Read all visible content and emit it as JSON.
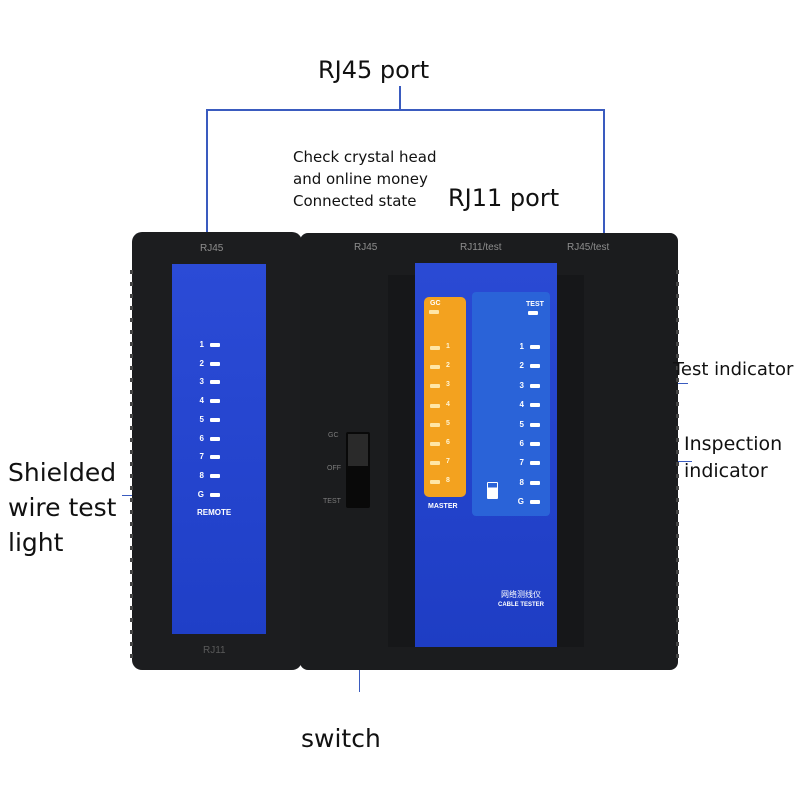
{
  "callouts": {
    "rj45_port": "RJ45 port",
    "check_line1": "Check crystal head",
    "check_line2": "and online money",
    "check_line3": "Connected state",
    "rj11_port": "RJ11 port",
    "test_indicator": "Test indicator",
    "inspection_line1": "Inspection",
    "inspection_line2": "indicator",
    "shielded_line1": "Shielded",
    "shielded_line2": "wire test",
    "shielded_line3": "light",
    "switch": "switch"
  },
  "remote": {
    "top_port": "RJ45",
    "bottom_port": "RJ11",
    "leds": [
      "1",
      "2",
      "3",
      "4",
      "5",
      "6",
      "7",
      "8",
      "G"
    ],
    "label": "REMOTE"
  },
  "master": {
    "ports": [
      "RJ45",
      "RJ11/test",
      "RJ45/test"
    ],
    "gc_label": "GC",
    "orange_leds": [
      "1",
      "2",
      "3",
      "4",
      "5",
      "6",
      "7",
      "8"
    ],
    "test_label": "TEST",
    "blue_leds": [
      "1",
      "2",
      "3",
      "4",
      "5",
      "6",
      "7",
      "8",
      "G"
    ],
    "master_label": "MASTER",
    "product_cn": "网络测线仪",
    "product_en": "CABLE TESTER"
  },
  "switch_positions": [
    "GC",
    "OFF",
    "TEST"
  ],
  "colors": {
    "panel_blue": "#2142cf",
    "orange": "#f3a21f",
    "body": "#1b1c1e",
    "callout_line": "#3a5bbf"
  }
}
